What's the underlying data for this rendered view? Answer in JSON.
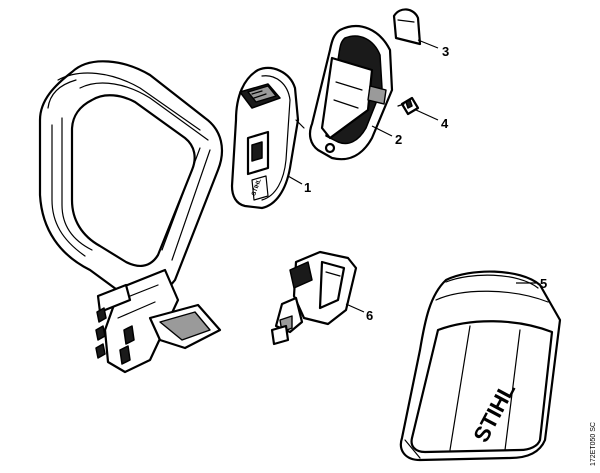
{
  "callouts": [
    {
      "id": "1",
      "label": "1"
    },
    {
      "id": "2",
      "label": "2"
    },
    {
      "id": "3",
      "label": "3"
    },
    {
      "id": "4",
      "label": "4"
    },
    {
      "id": "5",
      "label": "5"
    },
    {
      "id": "6",
      "label": "6"
    }
  ],
  "logos": {
    "small": "STIHL",
    "pouch": "STIHL"
  },
  "drawing_reference": "172ET050 SC",
  "colors": {
    "line": "#000000",
    "background": "#ffffff"
  }
}
